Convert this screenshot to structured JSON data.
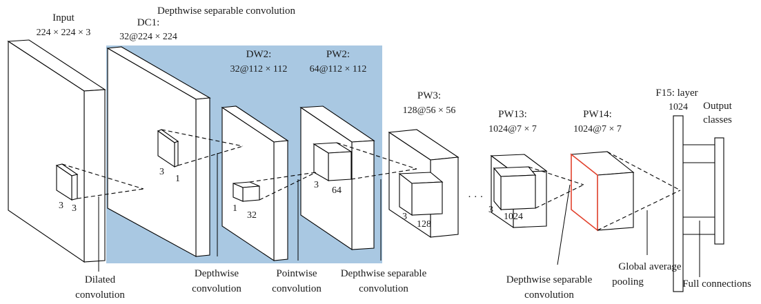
{
  "colors": {
    "highlight": "#a9c8e2",
    "pw14_front": "#e2412c",
    "stroke": "#000000"
  },
  "title": "Depthwise separable convolution",
  "layers": {
    "input": {
      "name": "Input",
      "dims": "224 × 224 × 3",
      "kernel_w": "3",
      "kernel_h": "3"
    },
    "dc1": {
      "name": "DC1:",
      "dims": "32@224 × 224",
      "kernel_h": "3",
      "kernel_d": "1"
    },
    "dw2": {
      "name": "DW2:",
      "dims": "32@112 × 112",
      "kernel_h": "1",
      "kernel_d": "32"
    },
    "pw2": {
      "name": "PW2:",
      "dims": "64@112 × 112",
      "kernel_h": "3",
      "kernel_d": "64"
    },
    "pw3": {
      "name": "PW3:",
      "dims": "128@56 × 56",
      "kernel_h": "3",
      "kernel_d": "128"
    },
    "pw13": {
      "name": "PW13:",
      "dims": "1024@7 × 7",
      "kernel_h": "3",
      "kernel_d": "1024"
    },
    "pw14": {
      "name": "PW14:",
      "dims": "1024@7 × 7"
    },
    "f15": {
      "name": "F15: layer",
      "dims": "1024"
    },
    "output": {
      "name": "Output",
      "dims": "classes"
    }
  },
  "ellipsis": "· · ·",
  "annotations": {
    "dilated": [
      "Dilated",
      "convolution"
    ],
    "depthwise": [
      "Depthwise",
      "convolution"
    ],
    "pointwise": [
      "Pointwise",
      "convolution"
    ],
    "dsc1": [
      "Depthwise separable",
      "convolution"
    ],
    "dsc2": [
      "Depthwise separable",
      "convolution"
    ],
    "gap": [
      "Global average",
      "pooling"
    ],
    "fc": "Full connections"
  }
}
